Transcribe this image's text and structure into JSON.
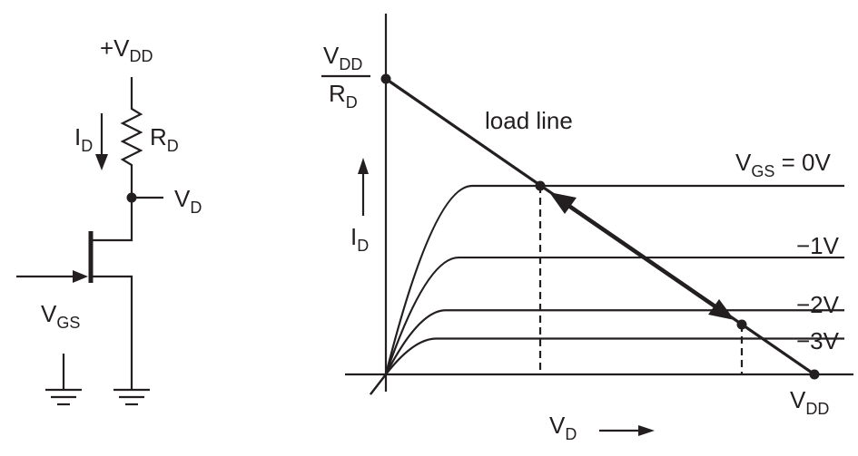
{
  "circuit": {
    "supply": {
      "prefix": "+V",
      "sub": "DD"
    },
    "current": {
      "main": "I",
      "sub": "D"
    },
    "resistor": {
      "main": "R",
      "sub": "D"
    },
    "drain_node": {
      "main": "V",
      "sub": "D"
    },
    "gate_voltage": {
      "main": "V",
      "sub": "GS"
    }
  },
  "chart_data": {
    "type": "line",
    "title": "",
    "xlabel": {
      "main": "V",
      "sub": "D"
    },
    "ylabel": {
      "main": "I",
      "sub": "D"
    },
    "y_intercept_label": {
      "num_main": "V",
      "num_sub": "DD",
      "den_main": "R",
      "den_sub": "D"
    },
    "x_intercept_label": {
      "main": "V",
      "sub": "DD"
    },
    "load_line_label": "load line",
    "series": [
      {
        "name": "VGS = 0V",
        "label_main": "V",
        "label_sub": "GS",
        "label_rest": " = 0V",
        "saturation_current": 1.0
      },
      {
        "name": "-1V",
        "label": "−1V",
        "saturation_current": 0.62
      },
      {
        "name": "-2V",
        "label": "−2V",
        "saturation_current": 0.34
      },
      {
        "name": "-3V",
        "label": "−3V",
        "saturation_current": 0.19
      }
    ],
    "load_line": {
      "from": [
        0,
        1.4
      ],
      "to": [
        1.0,
        0
      ]
    },
    "operating_points": [
      [
        0.36,
        1.0
      ],
      [
        0.83,
        0.34
      ]
    ]
  }
}
